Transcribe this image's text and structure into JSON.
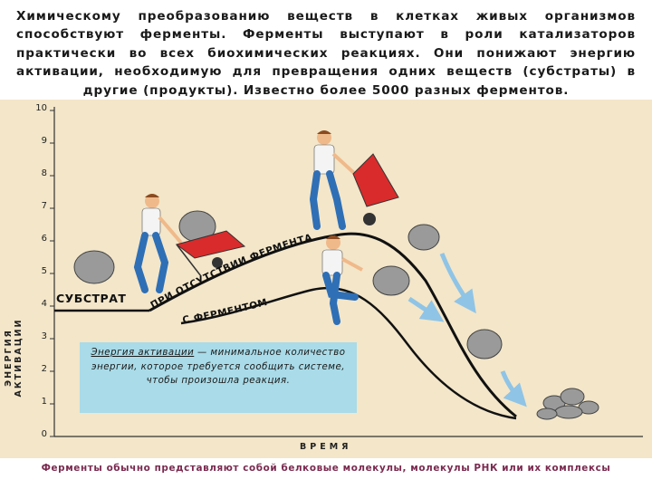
{
  "intro": {
    "text": "Химическому преобразованию веществ в клетках живых организмов способствуют ферменты. Ферменты выступают в роли катализаторов практически во всех биохимических реакциях. Они понижают энергию активации, необходимую для превращения одних веществ (субстраты) в другие (продукты). Известно более 5000 разных ферментов."
  },
  "figure": {
    "y_axis_title": "ЭНЕРГИЯ АКТИВАЦИИ",
    "x_axis_title": "ВРЕМЯ",
    "y_ticks": [
      "0",
      "1",
      "2",
      "3",
      "4",
      "5",
      "6",
      "7",
      "8",
      "9",
      "10"
    ],
    "substrate_label": "СУБСТРАТ",
    "path_without_enzyme_label": "ПРИ ОТСУТСТВИИ ФЕРМЕНТА",
    "path_with_enzyme_label": "С ФЕРМЕНТОМ",
    "colors": {
      "background": "#f3e6c9",
      "wheelbarrow": "#d92b2b",
      "shirt": "#f4f4f4",
      "trousers": "#2f6fb5",
      "skin": "#f0b98a",
      "hair": "#8b4a1f",
      "rock": "#9a9a9a",
      "arrow": "#8fc4e6",
      "note_box": "#a9dbe8"
    },
    "icons": [
      "man-pushing-wheelbarrow-icon",
      "rock-icon",
      "falling-arrow-icon"
    ]
  },
  "note": {
    "term": "Энергия активации",
    "definition": " — минимальное количество энергии, которое требуется сообщить системе, чтобы произошла реакция."
  },
  "footer": {
    "text": "Ферменты обычно представляют собой белковые молекулы, молекулы РНК или их комплексы"
  }
}
